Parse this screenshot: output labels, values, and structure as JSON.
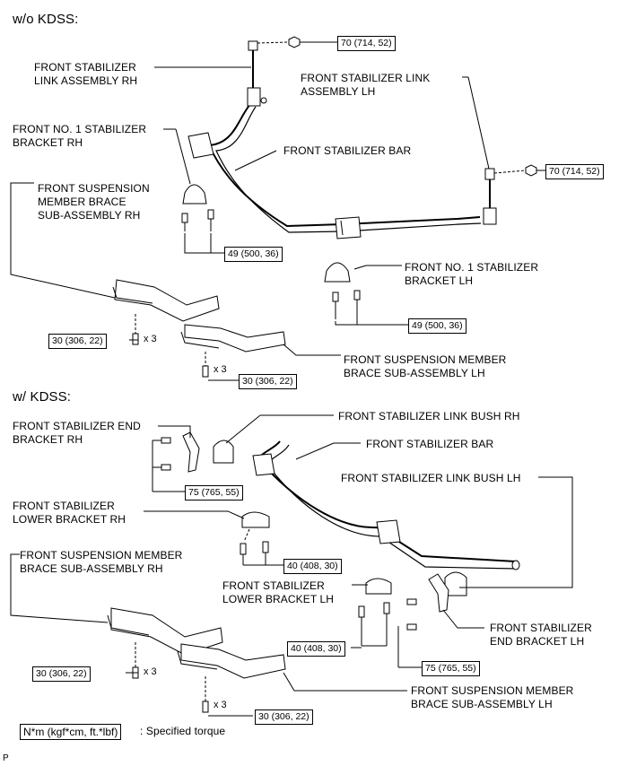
{
  "sections": {
    "without_kdss": "w/o KDSS:",
    "with_kdss": "w/ KDSS:"
  },
  "without_kdss": {
    "labels": {
      "link_rh": "FRONT STABILIZER\nLINK ASSEMBLY RH",
      "link_lh": "FRONT STABILIZER LINK\nASSEMBLY LH",
      "bracket_rh": "FRONT NO. 1 STABILIZER\nBRACKET RH",
      "bar": "FRONT STABILIZER BAR",
      "brace_rh": "FRONT SUSPENSION\nMEMBER BRACE\nSUB-ASSEMBLY RH",
      "bracket_lh": "FRONT NO. 1 STABILIZER\nBRACKET LH",
      "brace_lh": "FRONT SUSPENSION MEMBER\nBRACE SUB-ASSEMBLY LH"
    },
    "torques": {
      "link_rh_nut": "70 (714, 52)",
      "link_lh_nut": "70 (714, 52)",
      "bracket_rh_bolts": "49 (500, 36)",
      "bracket_lh_bolts": "49 (500, 36)",
      "brace_rh_bolts": "30 (306, 22)",
      "brace_lh_bolts": "30 (306, 22)"
    },
    "quantities": {
      "brace_rh": "x 3",
      "brace_lh": "x 3"
    }
  },
  "with_kdss": {
    "labels": {
      "end_bracket_rh": "FRONT STABILIZER END\nBRACKET RH",
      "link_bush_rh": "FRONT STABILIZER LINK BUSH RH",
      "bar": "FRONT STABILIZER BAR",
      "link_bush_lh": "FRONT STABILIZER LINK BUSH LH",
      "lower_bracket_rh": "FRONT STABILIZER\nLOWER BRACKET RH",
      "brace_rh": "FRONT SUSPENSION MEMBER\nBRACE SUB-ASSEMBLY RH",
      "lower_bracket_lh": "FRONT STABILIZER\nLOWER BRACKET LH",
      "end_bracket_lh": "FRONT STABILIZER\nEND BRACKET LH",
      "brace_lh": "FRONT SUSPENSION MEMBER\nBRACE SUB-ASSEMBLY LH"
    },
    "torques": {
      "end_bracket_rh_bolts": "75 (765, 55)",
      "lower_bracket_rh_bolts": "40 (408, 30)",
      "lower_bracket_lh_bolts": "40 (408, 30)",
      "end_bracket_lh_bolts": "75 (765, 55)",
      "brace_rh_bolts": "30 (306, 22)",
      "brace_lh_bolts": "30 (306, 22)"
    },
    "quantities": {
      "brace_rh": "x 3",
      "brace_lh": "x 3"
    }
  },
  "legend": {
    "units": "N*m (kgf*cm, ft.*lbf)",
    "text": ": Specified torque"
  },
  "figure_code": "P"
}
